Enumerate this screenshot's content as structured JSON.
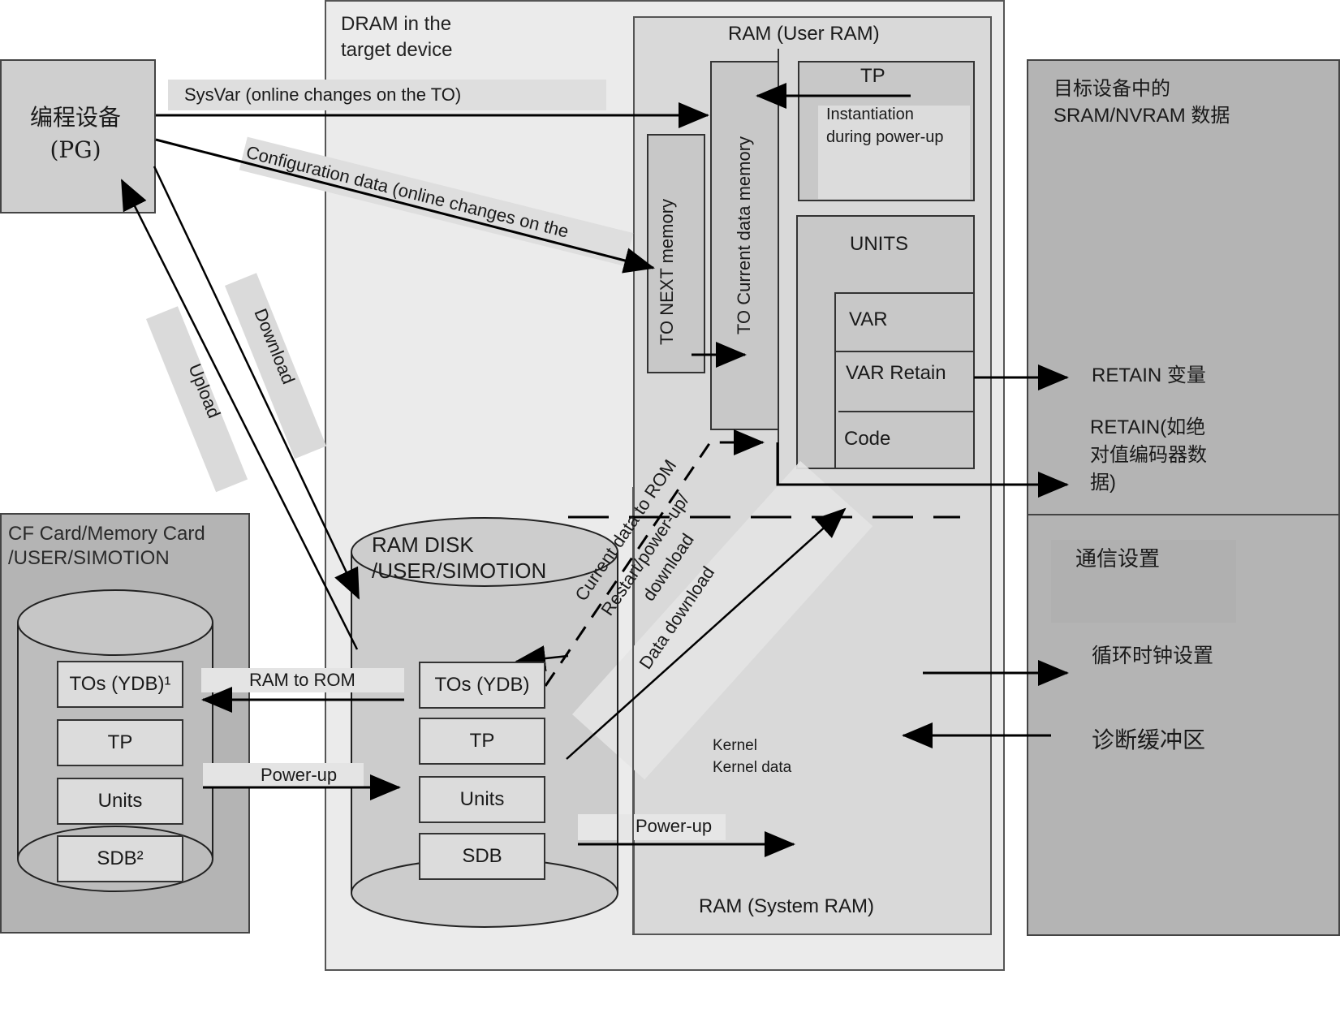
{
  "pg": {
    "line1": "编程设备",
    "line2": "(PG)"
  },
  "dram": {
    "line1": "DRAM in the",
    "line2": "target device"
  },
  "user_ram": {
    "title": "RAM (User RAM)",
    "to_next": "TO NEXT memory",
    "to_current": "TO Current data memory",
    "tp": {
      "title": "TP",
      "desc1": "Instantiation",
      "desc2": "during power-up"
    },
    "units": {
      "title": "UNITS",
      "var": "VAR",
      "var_retain": "VAR Retain",
      "code": "Code"
    }
  },
  "system_ram": {
    "title": "RAM (System RAM)",
    "kernel": "Kernel",
    "kernel_data": "Kernel data"
  },
  "ram_disk": {
    "line1": "RAM DISK",
    "line2": "/USER/SIMOTION",
    "items": [
      "TOs (YDB)",
      "TP",
      "Units",
      "SDB"
    ]
  },
  "cf_card": {
    "line1": "CF Card/Memory Card",
    "line2": "/USER/SIMOTION",
    "items": [
      "TOs (YDB)¹",
      "TP",
      "Units",
      "SDB²"
    ]
  },
  "sram": {
    "line1": "目标设备中的",
    "line2": "SRAM/NVRAM 数据",
    "retain_var": "RETAIN 变量",
    "retain_abs1": "RETAIN(如绝",
    "retain_abs2": "对值编码器数",
    "retain_abs3": "据)",
    "comm": "通信设置",
    "cycle": "循环时钟设置",
    "diag": "诊断缓冲区"
  },
  "arrows": {
    "sysvar": "SysVar (online changes on the TO)",
    "config": "Configuration data (online changes on the",
    "upload": "Upload",
    "download": "Download",
    "ram_to_rom": "RAM to ROM",
    "power_up_left": "Power-up",
    "power_up_right": "Power-up",
    "current_to_rom": "Current data to ROM",
    "restart1": "Restart/power-up/",
    "restart2": "download",
    "data_download": "Data download"
  }
}
